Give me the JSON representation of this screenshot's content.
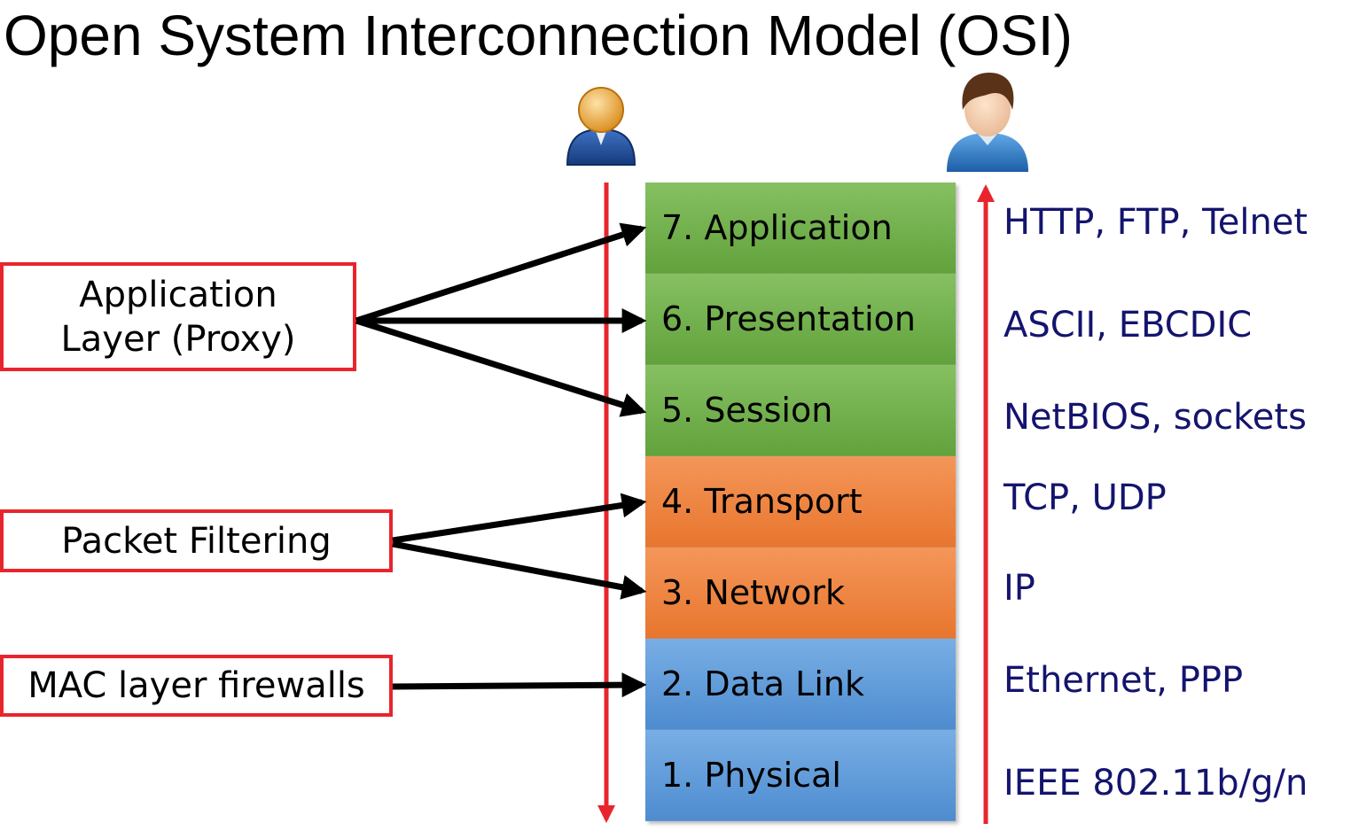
{
  "title": "Open System Interconnection Model (OSI)",
  "layers": [
    {
      "label": "7. Application",
      "protocols": "HTTP, FTP, Telnet",
      "color": "#74b04e"
    },
    {
      "label": "6. Presentation",
      "protocols": "ASCII, EBCDIC",
      "color": "#74b04e"
    },
    {
      "label": "5. Session",
      "protocols": "NetBIOS, sockets",
      "color": "#74b04e"
    },
    {
      "label": "4. Transport",
      "protocols": "TCP, UDP",
      "color": "#ee8442"
    },
    {
      "label": "3. Network",
      "protocols": "IP",
      "color": "#ee8442"
    },
    {
      "label": "2. Data Link",
      "protocols": "Ethernet, PPP",
      "color": "#629dda"
    },
    {
      "label": "1. Physical",
      "protocols": "IEEE 802.11b/g/n",
      "color": "#629dda"
    }
  ],
  "firewalls": [
    {
      "label": "Application Layer (Proxy)",
      "line1": "Application",
      "line2": "Layer (Proxy)",
      "targets": [
        "7. Application",
        "6. Presentation",
        "5. Session"
      ]
    },
    {
      "label": "Packet Filtering",
      "targets": [
        "4. Transport",
        "3. Network"
      ]
    },
    {
      "label": "MAC layer firewalls",
      "targets": [
        "2. Data Link"
      ]
    }
  ],
  "colors": {
    "frame_red": "#e8252d",
    "protocol_text": "#14146e",
    "arrow": "#000000"
  },
  "icons": [
    "sender-user-icon",
    "receiver-user-icon"
  ]
}
